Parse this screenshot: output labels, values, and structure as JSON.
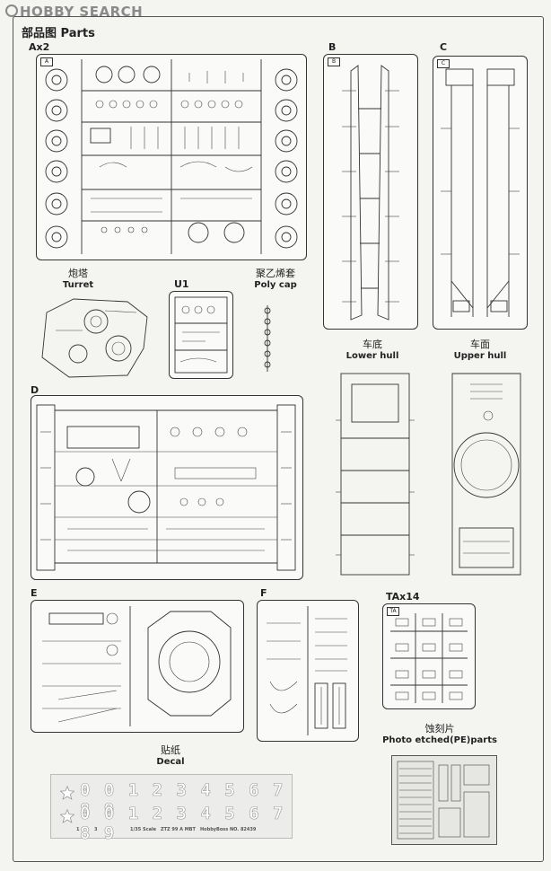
{
  "header": {
    "logo_text": "HOBBY SEARCH",
    "title": "部品图 Parts"
  },
  "sprues": {
    "a": {
      "label": "Ax2",
      "tag": "A"
    },
    "b": {
      "label": "B",
      "tag": "B"
    },
    "c": {
      "label": "C",
      "tag": "C"
    },
    "u1": {
      "label": "U1"
    },
    "d": {
      "label": "D"
    },
    "e": {
      "label": "E"
    },
    "f": {
      "label": "F"
    },
    "ta": {
      "label": "TAx14",
      "tag": "TA"
    }
  },
  "captions": {
    "turret_cn": "炮塔",
    "turret_en": "Turret",
    "polycap_cn": "聚乙烯套",
    "polycap_en": "Poly cap",
    "lower_hull_cn": "车底",
    "lower_hull_en": "Lower hull",
    "upper_hull_cn": "车面",
    "upper_hull_en": "Upper hull",
    "decal_cn": "贴纸",
    "decal_en": "Decal",
    "pe_cn": "蚀刻片",
    "pe_en": "Photo etched(PE)parts"
  },
  "decal_sheet": {
    "digits_row1": "0 0 1 2 3 4 5 6 7 8 9",
    "digits_row2": "0 0 1 2 3 4 5 6 7 8 9",
    "scale": "1/35 Scale",
    "model": "ZTZ 99 A MBT",
    "code": "HobbyBoss NO. 82439",
    "key1": "1",
    "key2": "3"
  },
  "colors": {
    "line": "#333333",
    "paper": "#f4f4f1",
    "logo": "#8a8a8a"
  }
}
